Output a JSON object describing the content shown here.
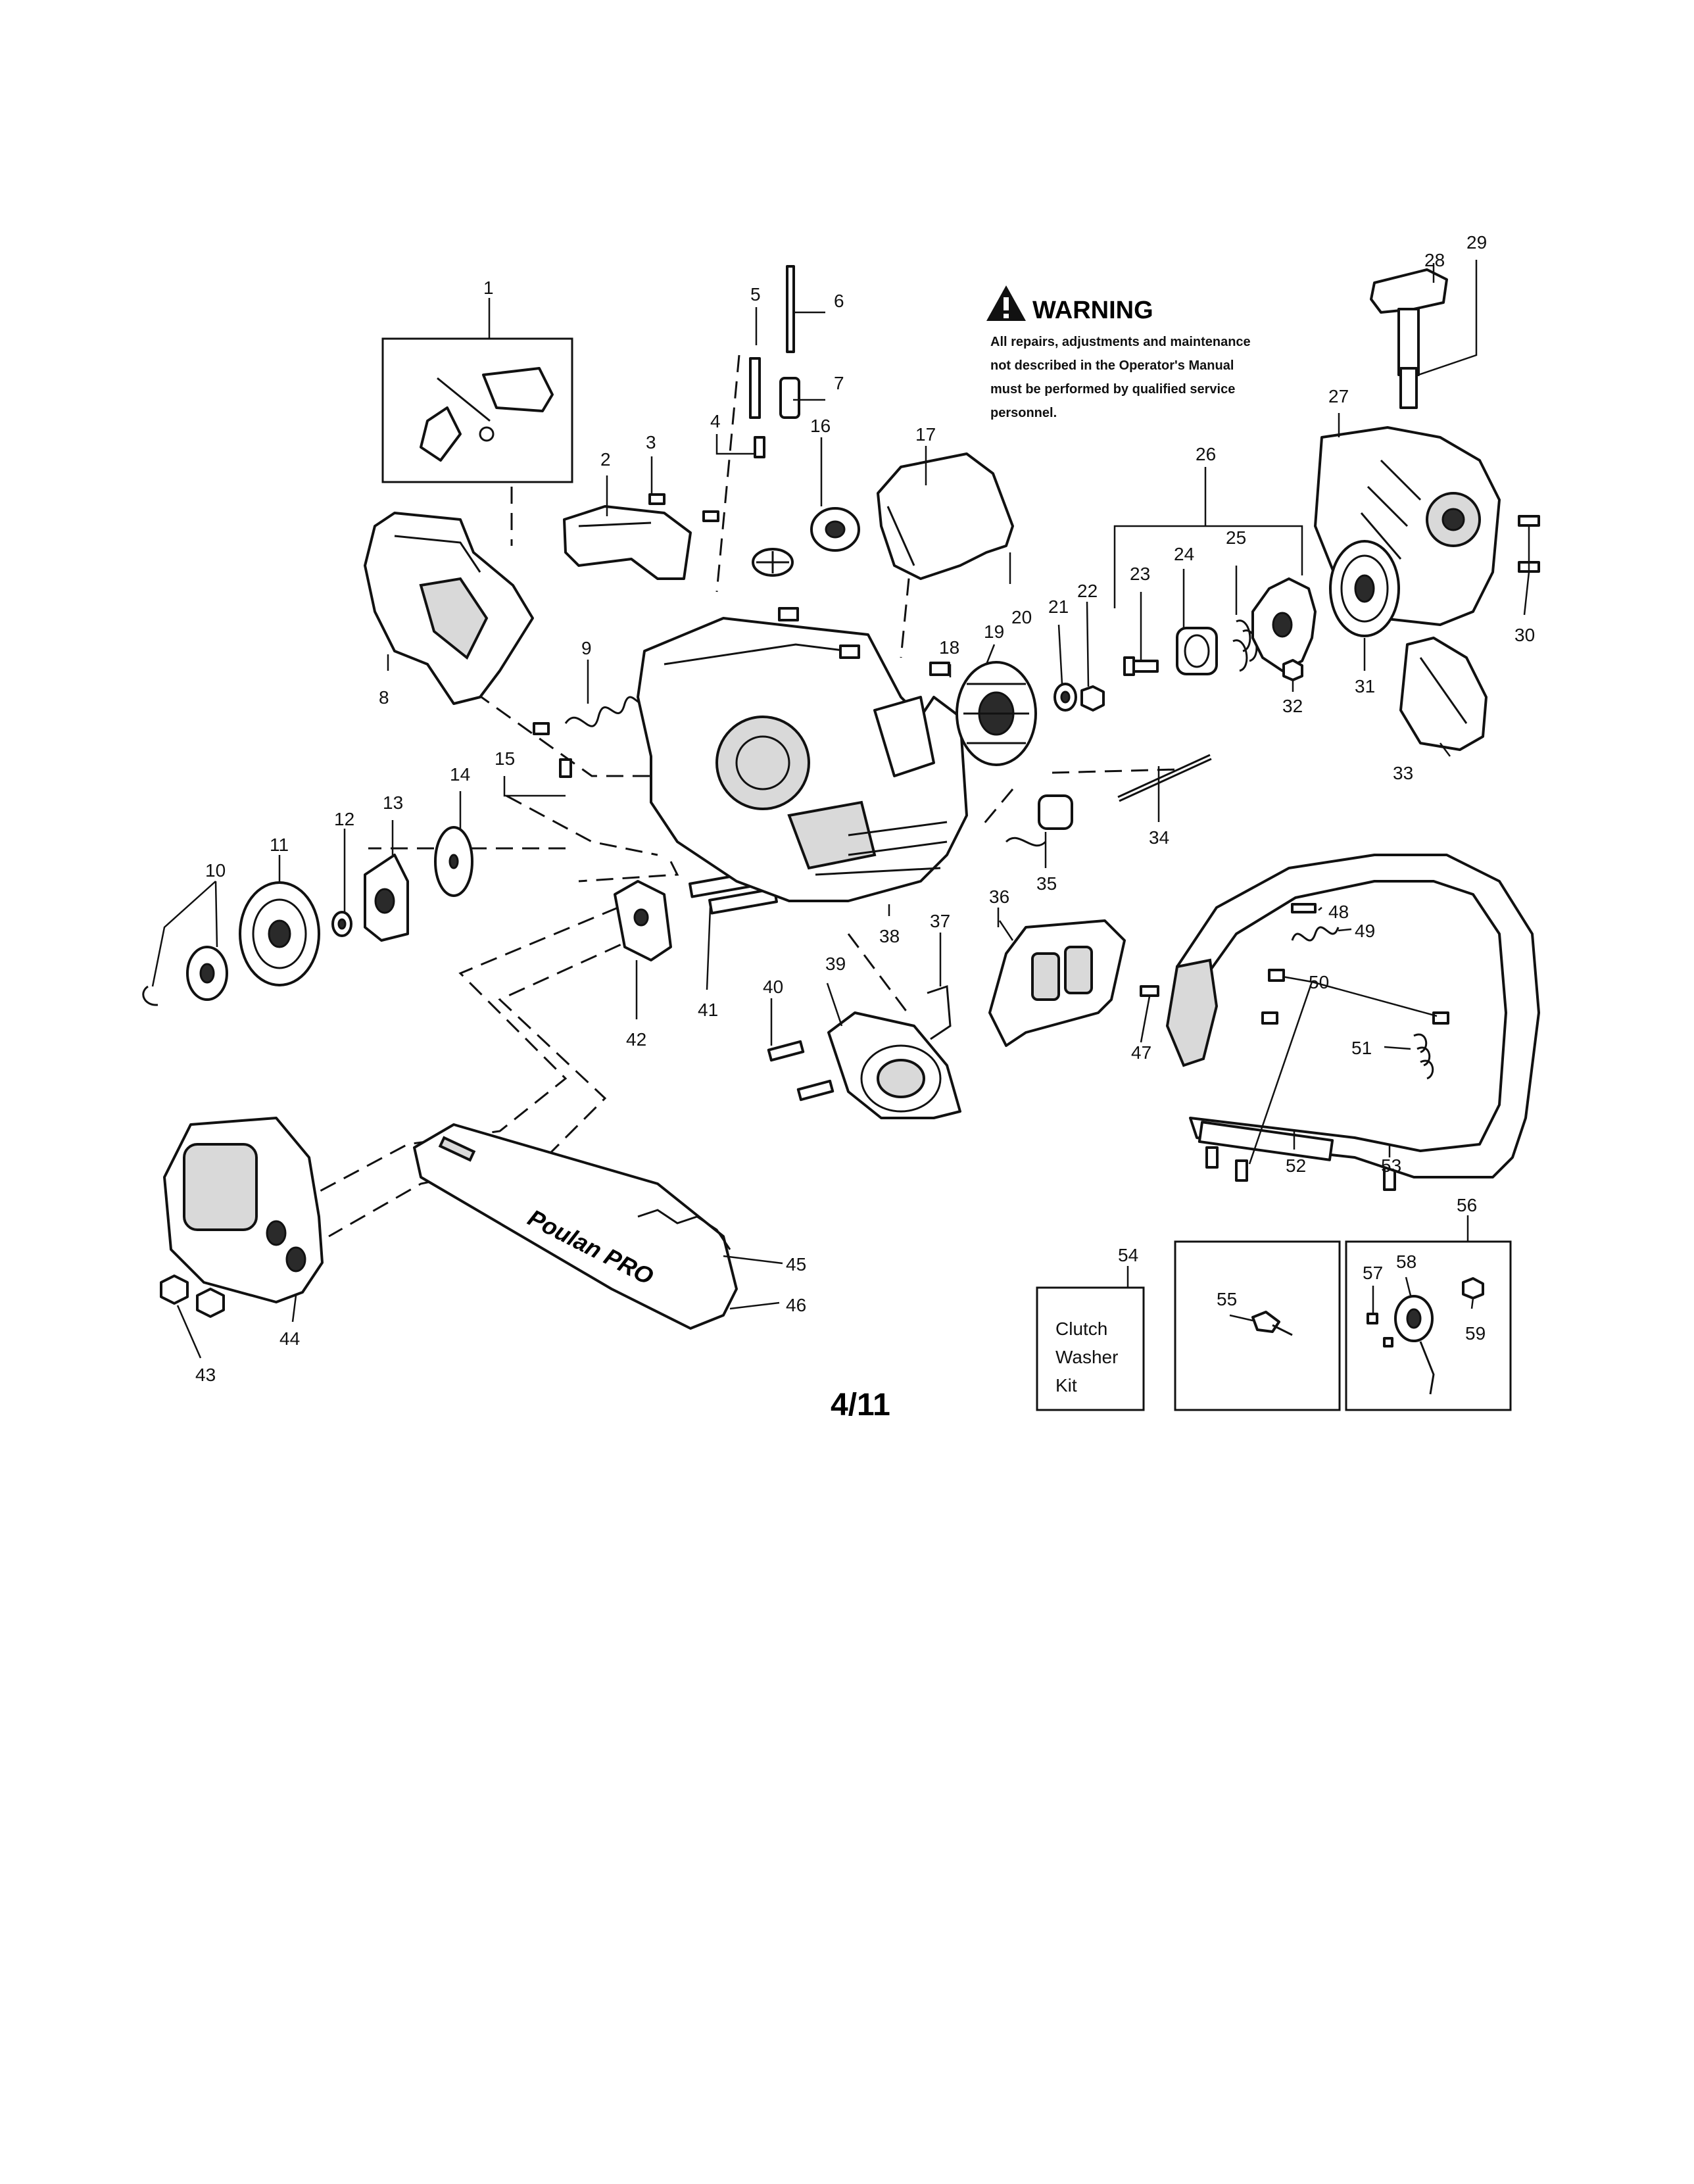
{
  "warning": {
    "title": "WARNING",
    "lines": [
      "All repairs, adjustments and maintenance",
      "not described in the Operator's Manual",
      "must be performed by qualified  service",
      "personnel."
    ]
  },
  "page_label": "4/11",
  "bar_brand": "Poulan PRO",
  "kit_box": {
    "lines": [
      "Clutch",
      "Washer",
      "Kit"
    ]
  },
  "callouts": [
    "1",
    "2",
    "3",
    "4",
    "5",
    "6",
    "7",
    "8",
    "9",
    "10",
    "11",
    "12",
    "13",
    "14",
    "15",
    "16",
    "17",
    "18",
    "19",
    "20",
    "21",
    "22",
    "23",
    "24",
    "25",
    "26",
    "27",
    "28",
    "29",
    "30",
    "31",
    "32",
    "33",
    "34",
    "35",
    "36",
    "37",
    "38",
    "39",
    "40",
    "41",
    "42",
    "43",
    "44",
    "45",
    "46",
    "47",
    "48",
    "49",
    "50",
    "51",
    "52",
    "53",
    "54",
    "55",
    "56",
    "57",
    "58",
    "59"
  ]
}
